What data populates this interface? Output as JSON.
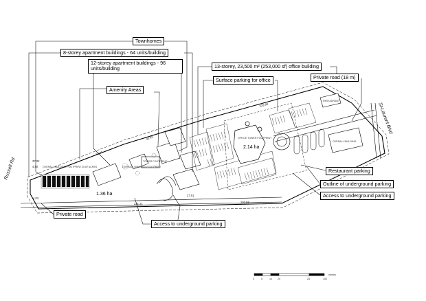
{
  "callouts": {
    "townhomes": "Townhomes",
    "apartments_8": "8-storey apartment buildings - 64 units/building",
    "apartments_12": "12-storey apartment buildings - 96 units/building",
    "amenity": "Amenity Areas",
    "office": "13-storey, 23,500 m² (253,000 sf) office building",
    "surface_parking": "Surface parking for office",
    "private_road_18": "Private road (18 m)",
    "restaurant_parking": "Restaurant parking",
    "underground_outline": "Outline of underground parking",
    "access_underground_right": "Access to underground parking",
    "private_road": "Private road",
    "access_underground_bottom": "Access to underground parking"
  },
  "streets": {
    "left": "Russell Rd",
    "right": "St-Laurent Blvd"
  },
  "areas": {
    "west": "1.36 ha",
    "east": "2.14 ha"
  },
  "dimensions": {
    "top": "229.88",
    "bottom_left": "231.21",
    "bottom_right": "102.86",
    "left_a": "37.02",
    "left_b": "4.80",
    "side_a": "32.02",
    "side_b": "30.42",
    "side_c": "27.51",
    "side_d": "4.02"
  },
  "building_notes": {
    "overall_left": "OVERALL BUILDING FOOTPRINT 20.87 ACRES",
    "overall_mid": "OVERALL BUILDING FOOTPRINT",
    "tower": "TOWER FOOTPRINT",
    "office_tower": "OFFICE TOWER FOOTPRINT",
    "overall_right": "OVERALL BUILDING",
    "restaurant": "RESTAURANT"
  },
  "scale": {
    "ticks": [
      "0",
      "5",
      "10",
      "20",
      "25",
      "100"
    ],
    "unit": "metres"
  }
}
